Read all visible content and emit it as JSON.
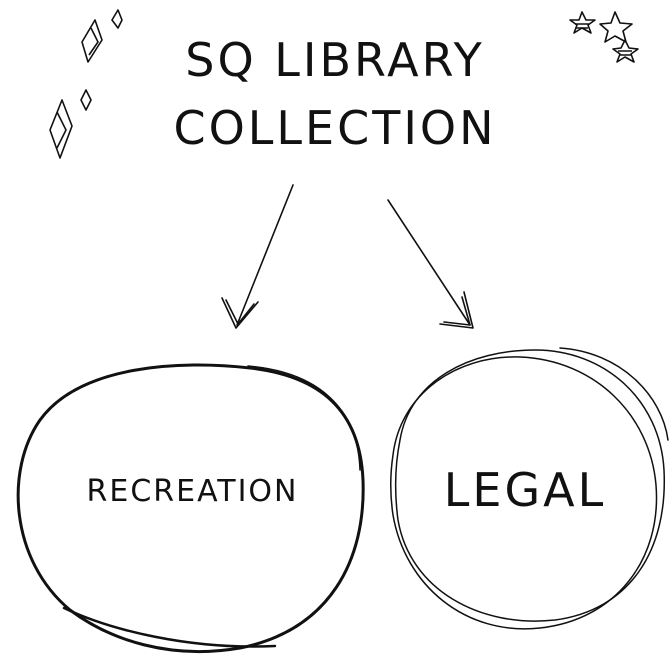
{
  "title": {
    "line1": "SQ LIBRARY",
    "line2": "COLLECTION"
  },
  "nodes": {
    "left_label": "RECREATION",
    "right_label": "LEGAL"
  },
  "colors": {
    "ink": "#111111",
    "background": "#ffffff"
  },
  "decorations": {
    "left_icon": "sparkle-diamond-icon",
    "right_icon": "star-cluster-icon"
  }
}
